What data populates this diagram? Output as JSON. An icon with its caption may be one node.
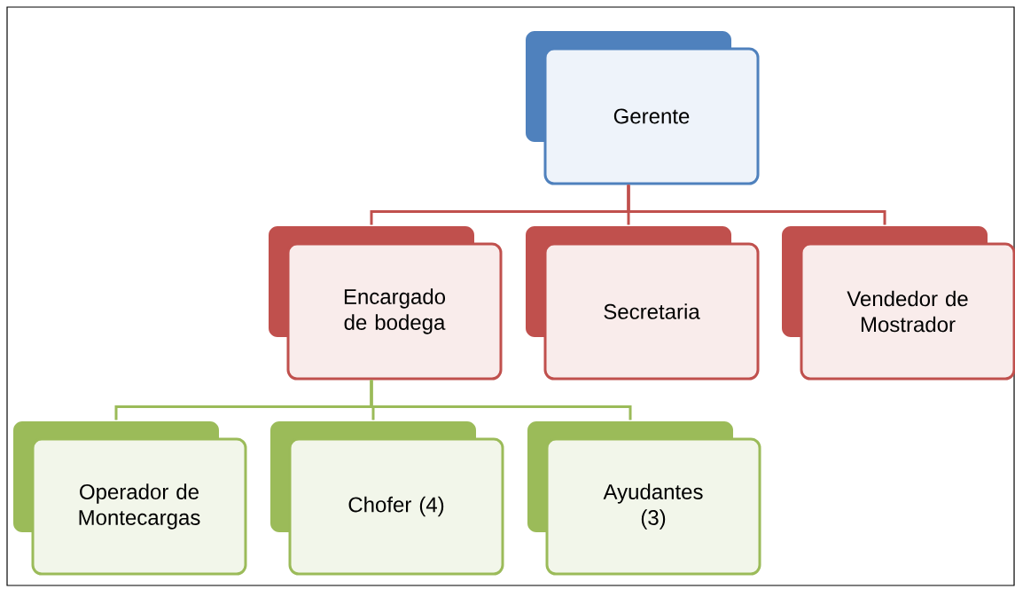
{
  "diagram": {
    "nodes": [
      {
        "text": [
          "Gerente"
        ]
      },
      {
        "text": [
          "Encargado de bodega"
        ]
      },
      {
        "text": [
          "Secretaria"
        ]
      },
      {
        "text": [
          "Vendedor de Mostrador"
        ]
      },
      {
        "text": [
          "Operador de Montecargas"
        ]
      },
      {
        "text": [
          "Chofer (4)"
        ]
      },
      {
        "text": [
          "Ayudantes (3)"
        ]
      }
    ],
    "edges": [
      {
        "from": 0,
        "to": 1,
        "arrow": "none",
        "color": "#c0504d"
      },
      {
        "from": 0,
        "to": 2,
        "arrow": "none",
        "color": "#c0504d"
      },
      {
        "from": 0,
        "to": 3,
        "arrow": "none",
        "color": "#c0504d"
      },
      {
        "from": 1,
        "to": 4,
        "arrow": "none",
        "color": "#9bbb59"
      },
      {
        "from": 1,
        "to": 5,
        "arrow": "none",
        "color": "#9bbb59"
      },
      {
        "from": 1,
        "to": 6,
        "arrow": "none",
        "color": "#9bbb59"
      }
    ]
  }
}
